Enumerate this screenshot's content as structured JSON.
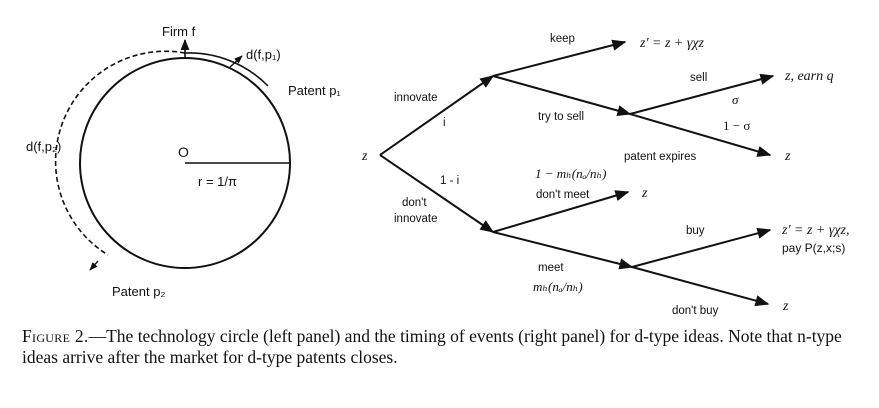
{
  "left_panel": {
    "firm_label": "Firm f",
    "dist_p1": "d(f,p₁)",
    "patent_p1": "Patent p₁",
    "dist_p2": "d(f,p₂)",
    "center": "O",
    "radius": "r = 1/π",
    "patent_p2": "Patent p₂"
  },
  "right_panel": {
    "root": "z",
    "innovate": "innovate",
    "prob_i": "i",
    "prob_not_i": "1 - i",
    "dont_innovate_line1": "don't",
    "dont_innovate_line2": "innovate",
    "keep": "keep",
    "keep_outcome": "z′ = z + γχz",
    "try_to_sell": "try to sell",
    "sell": "sell",
    "sigma": "σ",
    "one_minus_sigma": "1 − σ",
    "sell_outcome": "z, earn q",
    "patent_expires": "patent expires",
    "expire_outcome": "z",
    "dont_meet_prob": "1 − mₕ(nₐ/nₕ)",
    "dont_meet": "don't meet",
    "dont_meet_outcome": "z",
    "meet": "meet",
    "meet_prob": "mₕ(nₐ/nₕ)",
    "buy": "buy",
    "buy_outcome_line1": "z′ = z + γχz,",
    "buy_outcome_line2": "pay P(z,x;s)",
    "dont_buy": "don't buy",
    "dont_buy_outcome": "z"
  },
  "caption": {
    "label": "Figure 2.",
    "text": "—The technology circle (left panel) and the timing of events (right panel) for d-type ideas. Note that n-type ideas arrive after the market for d-type patents closes."
  }
}
